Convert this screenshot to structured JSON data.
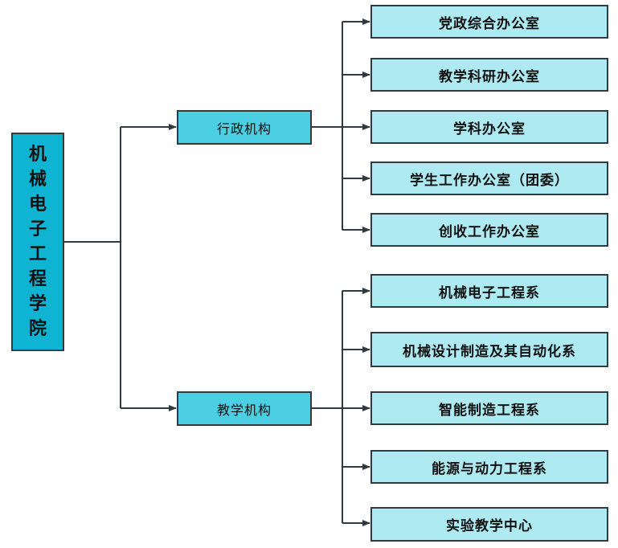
{
  "root": {
    "label": "机械电子工程学院"
  },
  "branches": [
    {
      "label": "行政机构",
      "children": [
        "党政综合办公室",
        "教学科研办公室",
        "学科办公室",
        "学生工作办公室（团委）",
        "创收工作办公室"
      ]
    },
    {
      "label": "教学机构",
      "children": [
        "机械电子工程系",
        "机械设计制造及其自动化系",
        "智能制造工程系",
        "能源与动力工程系",
        "实验教学中心"
      ]
    }
  ],
  "colors": {
    "root_fill": "#0fb4d2",
    "branch_fill": "#4ccfe3",
    "leaf_fill": "#aeeaf1",
    "line": "#2f3b40"
  }
}
